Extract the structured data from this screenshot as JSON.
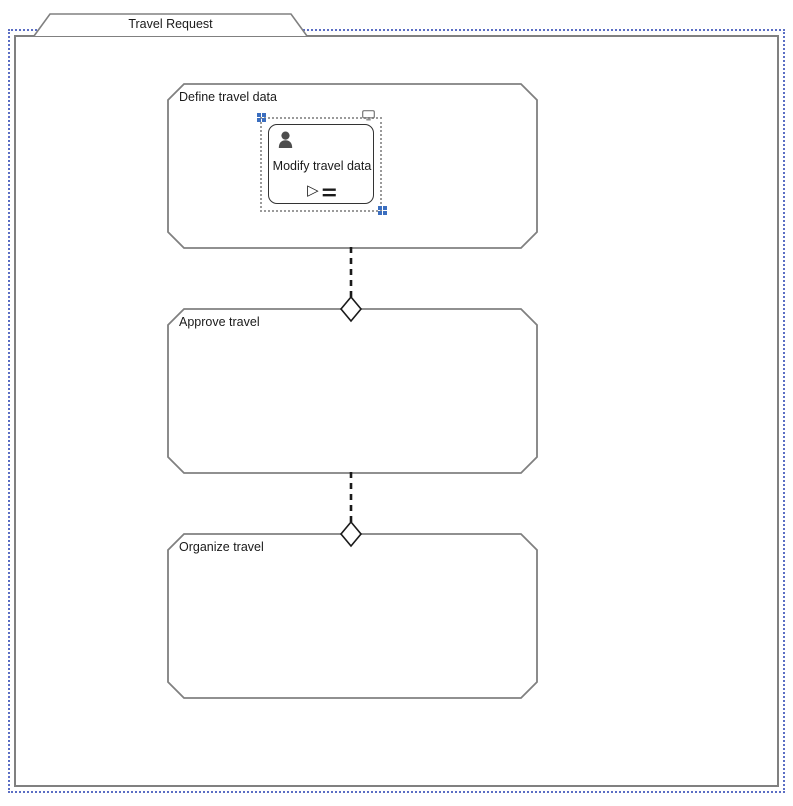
{
  "diagram": {
    "type": "bpmn-pool",
    "pool": {
      "name": "pool",
      "title": "Travel Request",
      "selected": true,
      "selection_color": "#5b6ec4",
      "border_color": "#808080"
    },
    "lanes": [
      {
        "id": "lane-define",
        "label": "Define travel data"
      },
      {
        "id": "lane-approve",
        "label": "Approve travel"
      },
      {
        "id": "lane-organize",
        "label": "Organize travel"
      }
    ],
    "connectors": [
      {
        "id": "connector-0",
        "from": "lane-define",
        "to": "lane-approve",
        "style": "dashed",
        "end_marker": "diamond"
      },
      {
        "id": "connector-1",
        "from": "lane-approve",
        "to": "lane-organize",
        "style": "dashed",
        "end_marker": "diamond"
      }
    ],
    "task": {
      "label": "Modify travel data",
      "lane": "lane-define",
      "selected": true,
      "selection_border_color": "#9a9a9a",
      "handle_color": "#3b6ebf",
      "icons": {
        "type": "user-icon",
        "monitor": "monitor-icon",
        "markers": [
          "play-icon",
          "hash-icon"
        ]
      },
      "marker_glyphs": {
        "play": "▷",
        "hash": "⚌"
      }
    }
  }
}
